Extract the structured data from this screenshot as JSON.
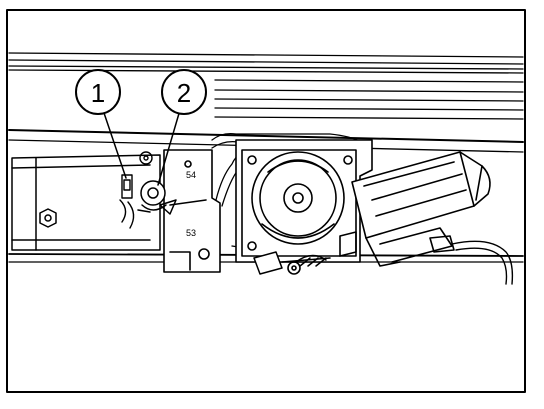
{
  "callouts": [
    {
      "label": "1"
    },
    {
      "label": "2"
    }
  ],
  "bracket_marks": {
    "upper": "54",
    "lower": "53"
  },
  "colors": {
    "line": "#000000",
    "background": "#ffffff"
  }
}
